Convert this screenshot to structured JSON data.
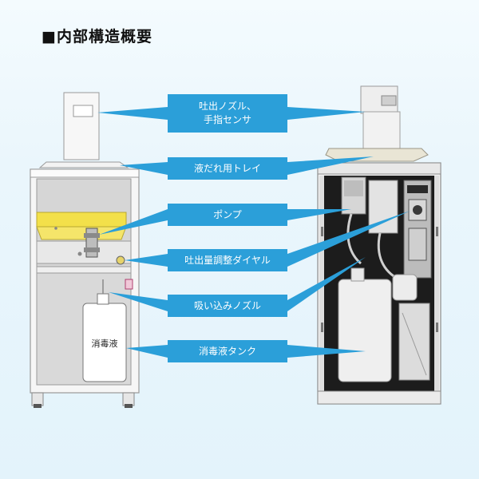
{
  "title": "■内部構造概要",
  "callouts": [
    {
      "line1": "吐出ノズル、",
      "line2": "手指センサ"
    },
    {
      "line1": "液だれ用トレイ",
      "line2": ""
    },
    {
      "line1": "ポンプ",
      "line2": ""
    },
    {
      "line1": "吐出量調整ダイヤル",
      "line2": ""
    },
    {
      "line1": "吸い込みノズル",
      "line2": ""
    },
    {
      "line1": "消毒液タンク",
      "line2": ""
    }
  ],
  "diagram_tank_label": "消毒液",
  "colors": {
    "accent": "#2b9fd9",
    "cabinet_fill": "#f6f6f6",
    "cabinet_interior": "#d9d9d9",
    "pump_band": "#f3e04a",
    "photo_dark": "#1a1a1a"
  }
}
